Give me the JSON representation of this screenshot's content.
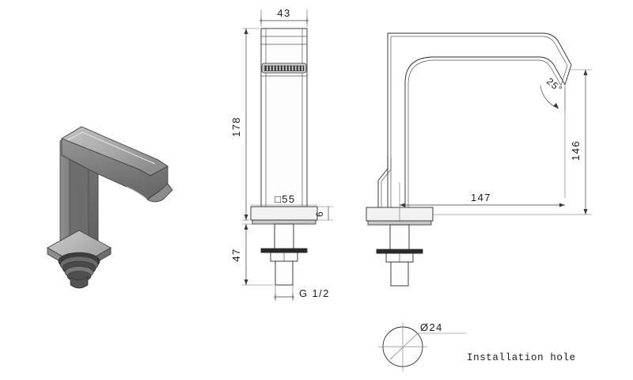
{
  "sheet": {
    "background_color": "#ffffff",
    "line_color": "#2b2b2b",
    "dimension_color": "#3a3a3a"
  },
  "views": {
    "isometric": {
      "label": "isometric-view"
    },
    "front": {
      "label": "front-elevation-view"
    },
    "side": {
      "label": "side-elevation-view"
    },
    "detail": {
      "label": "installation-hole-detail"
    }
  },
  "dimensions": {
    "width_top": "43",
    "height_overall": "178",
    "base_square": "□55",
    "base_thickness": "6",
    "shank_length": "47",
    "thread": "G  1/2",
    "spout_height": "146",
    "spout_reach": "147",
    "spout_angle": "25°",
    "hole_diameter": "Ø24"
  },
  "notes": {
    "installation_hole": "Installation hole"
  },
  "icons": {
    "square_symbol": "square-dimension-icon",
    "diameter_symbol": "diameter-symbol-icon",
    "degree_symbol": "degree-symbol-icon"
  }
}
